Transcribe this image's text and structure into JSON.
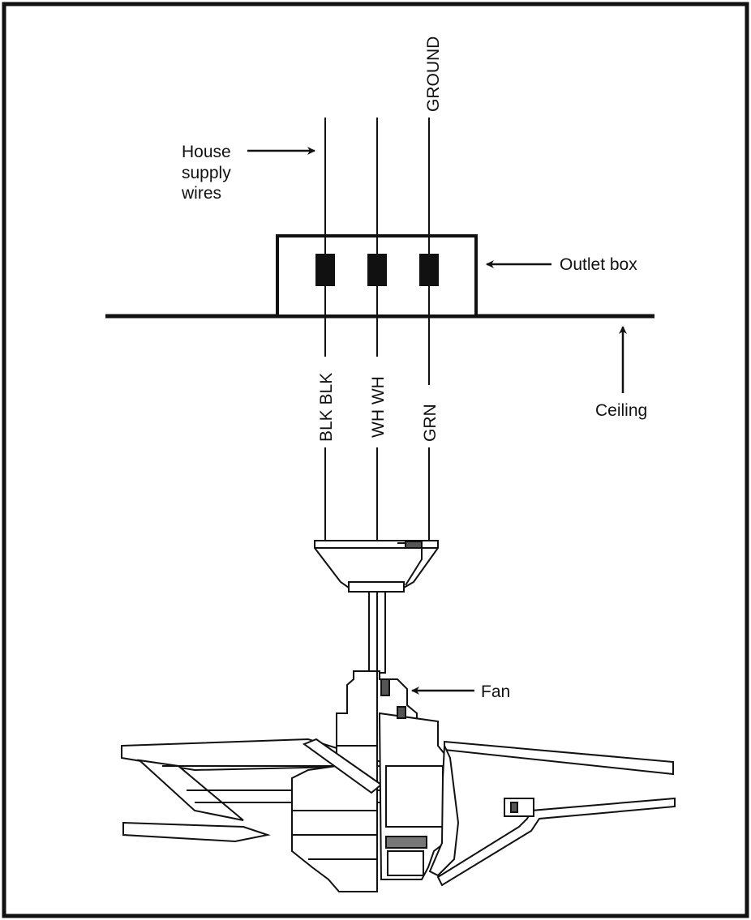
{
  "diagram": {
    "labels": {
      "house_supply_line1": "House",
      "house_supply_line2": "supply",
      "house_supply_line3": "wires",
      "outlet_box": "Outlet box",
      "ceiling": "Ceiling",
      "fan": "Fan"
    },
    "wires_above": [
      "GROUND"
    ],
    "wires_below": [
      "BLK BLK",
      "WH WH",
      "GRN"
    ]
  }
}
